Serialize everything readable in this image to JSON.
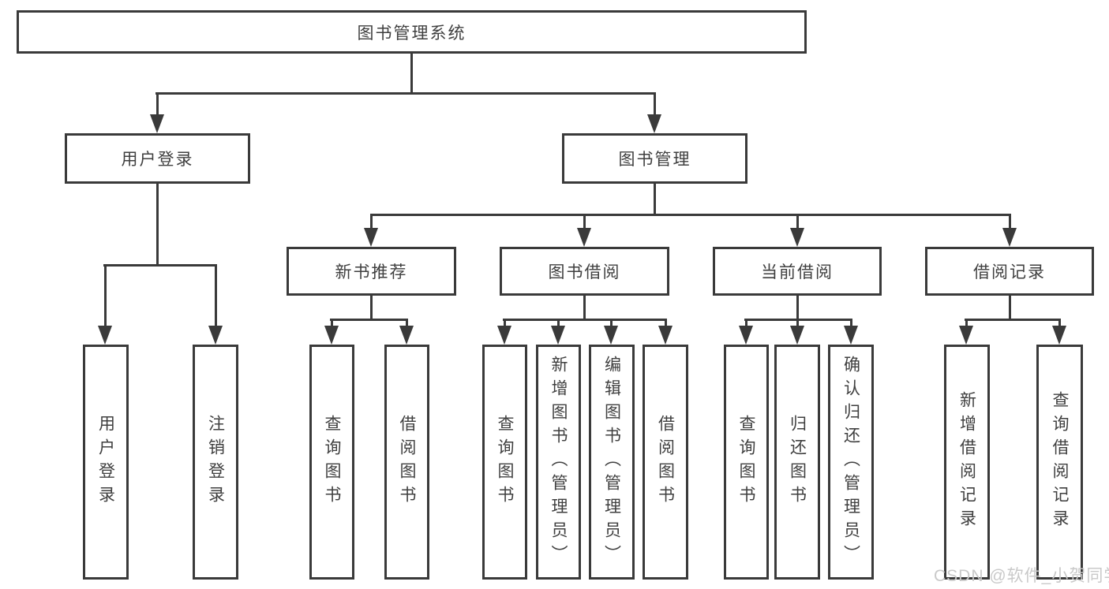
{
  "colors": {
    "line": "#3a3a3a",
    "box_border": "#3a3a3a",
    "box_bg": "#ffffff",
    "text": "#3f3f3f",
    "watermark": "#c9c9c9"
  },
  "tree": {
    "root": "图书管理系统",
    "branches": [
      {
        "label": "用户登录",
        "children": [
          "用户登录",
          "注销登录"
        ]
      },
      {
        "label": "图书管理",
        "groups": [
          {
            "label": "新书推荐",
            "children": [
              "查询图书",
              "借阅图书"
            ]
          },
          {
            "label": "图书借阅",
            "children": [
              "查询图书",
              "新增图书（管理员）",
              "编辑图书（管理员）",
              "借阅图书"
            ]
          },
          {
            "label": "当前借阅",
            "children": [
              "查询图书",
              "归还图书",
              "确认归还（管理员）"
            ]
          },
          {
            "label": "借阅记录",
            "children": [
              "新增借阅记录",
              "查询借阅记录"
            ]
          }
        ]
      }
    ]
  },
  "watermark": {
    "text": "CSDN @软件_小贺同学"
  }
}
